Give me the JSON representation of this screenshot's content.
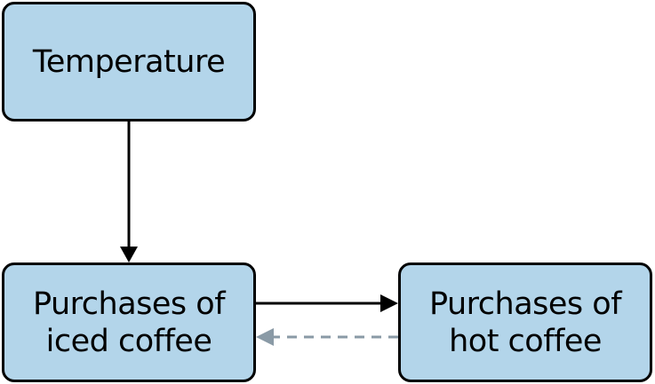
{
  "nodes": {
    "temperature": {
      "lines": [
        "Temperature"
      ]
    },
    "iced_coffee": {
      "lines": [
        "Purchases of",
        "iced coffee"
      ]
    },
    "hot_coffee": {
      "lines": [
        "Purchases of",
        "hot coffee"
      ]
    }
  },
  "edges": [
    {
      "from": "temperature",
      "to": "iced_coffee",
      "style": "solid",
      "color": "#000000"
    },
    {
      "from": "iced_coffee",
      "to": "hot_coffee",
      "style": "solid",
      "color": "#000000"
    },
    {
      "from": "hot_coffee",
      "to": "iced_coffee",
      "style": "dashed",
      "color": "#8a9aa6"
    }
  ],
  "colors": {
    "node_fill": "#b3d5ea",
    "node_border": "#000000",
    "solid_edge": "#000000",
    "dashed_edge": "#8a9aa6"
  }
}
